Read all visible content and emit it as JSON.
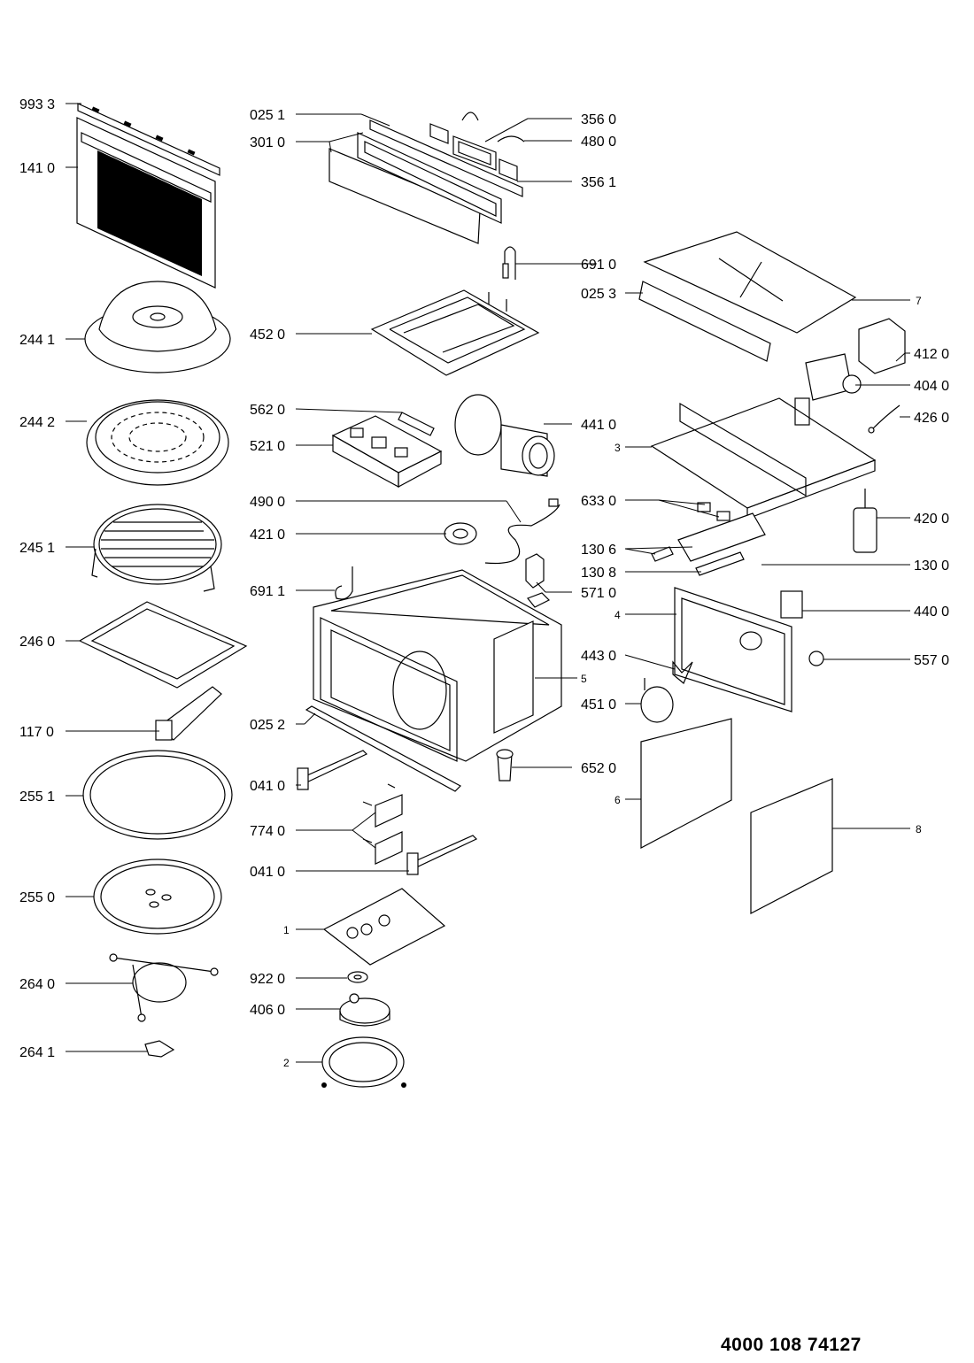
{
  "document_number": "4000 108 74127",
  "part_labels": [
    "993 3",
    "141 0",
    "244 1",
    "244 2",
    "245 1",
    "246 0",
    "117 0",
    "255 1",
    "255 0",
    "264 0",
    "264 1",
    "025 1",
    "301 0",
    "452 0",
    "562 0",
    "521 0",
    "490 0",
    "421 0",
    "691 1",
    "025 2",
    "041 0",
    "774 0",
    "041 0",
    "1",
    "922 0",
    "406 0",
    "2",
    "356 0",
    "480 0",
    "356 1",
    "691 0",
    "025 3",
    "7",
    "412 0",
    "404 0",
    "441 0",
    "3",
    "426 0",
    "633 0",
    "420 0",
    "130 6",
    "130 8",
    "130 0",
    "571 0",
    "4",
    "440 0",
    "443 0",
    "5",
    "557 0",
    "451 0",
    "652 0",
    "6",
    "8"
  ]
}
